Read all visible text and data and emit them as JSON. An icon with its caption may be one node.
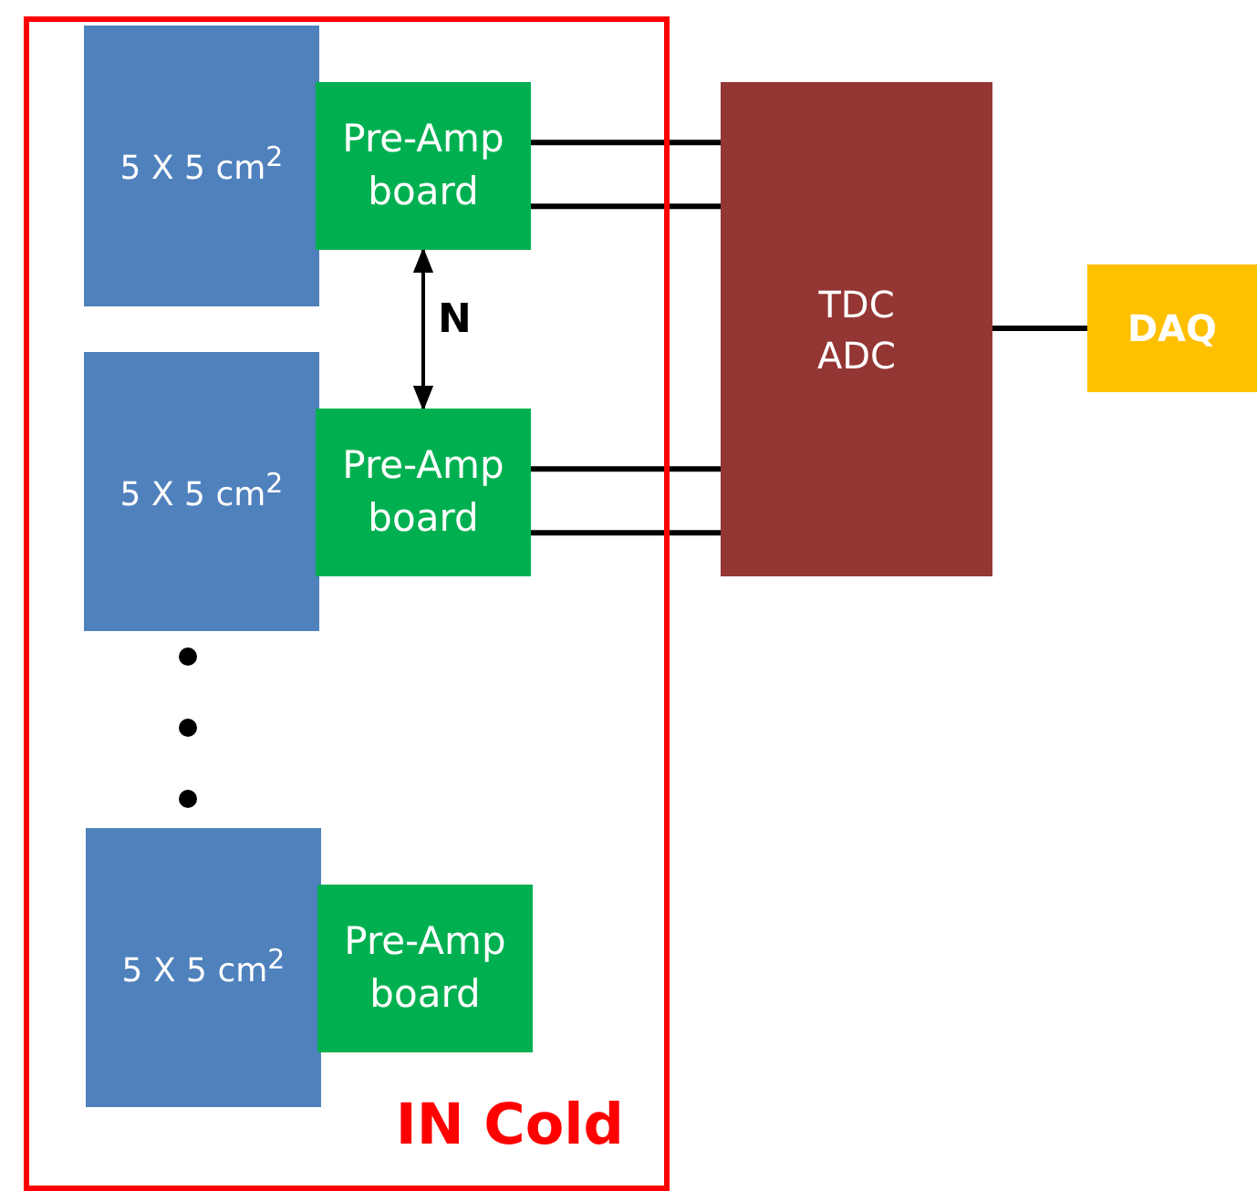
{
  "diagram": {
    "nodes": [
      {
        "text": [
          "IN Cold"
        ]
      },
      {
        "text": [
          "5 X 5 cm$^{2}$"
        ],
        "in": 0
      },
      {
        "text": [
          "Pre-Amp board"
        ],
        "in": 0
      },
      {
        "text": [
          "5 X 5 cm$^{2}$"
        ],
        "in": 0
      },
      {
        "text": [
          "Pre-Amp board"
        ],
        "in": 0
      },
      {
        "text": [
          "5 X 5 cm$^{2}$"
        ],
        "in": 0
      },
      {
        "text": [
          "Pre-Amp board"
        ],
        "in": 0
      },
      {
        "text": [
          "TDC ADC"
        ]
      },
      {
        "text": [
          "DAQ"
        ]
      }
    ],
    "edges": [
      {
        "from": 2,
        "to": 7,
        "arrow": "none"
      },
      {
        "from": 2,
        "to": 7,
        "arrow": "none"
      },
      {
        "from": 4,
        "to": 7,
        "arrow": "none"
      },
      {
        "from": 4,
        "to": 7,
        "arrow": "none"
      },
      {
        "from": 7,
        "to": 8,
        "arrow": "none"
      },
      {
        "from": 2,
        "to": 4,
        "arrow": "both"
      }
    ],
    "labels": [
      "N"
    ]
  }
}
